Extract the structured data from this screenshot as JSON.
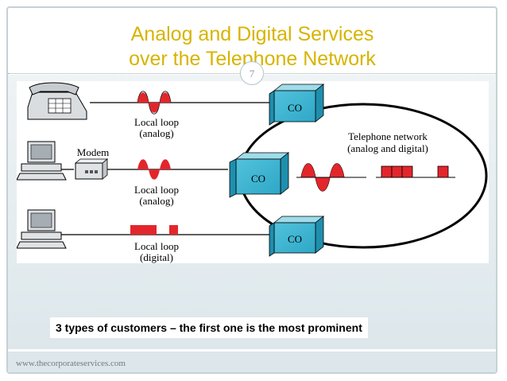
{
  "slide": {
    "title_line1": "Analog and Digital Services",
    "title_line2": "over the Telephone Network",
    "slide_number": "7",
    "caption": "3 types of customers – the first one is the most prominent",
    "footer": "www.thecorporateservices.com"
  },
  "diagram": {
    "co_label": "CO",
    "modem_label": "Modem",
    "network_label_line1": "Telephone network",
    "network_label_line2": "(analog and digital)",
    "loops": [
      {
        "line1": "Local loop",
        "line2": "(analog)"
      },
      {
        "line1": "Local loop",
        "line2": "(analog)"
      },
      {
        "line1": "Local loop",
        "line2": "(digital)"
      }
    ]
  },
  "colors": {
    "title": "#d7b400",
    "co_box": "#3fb6d2",
    "signal": "#e3262b"
  }
}
